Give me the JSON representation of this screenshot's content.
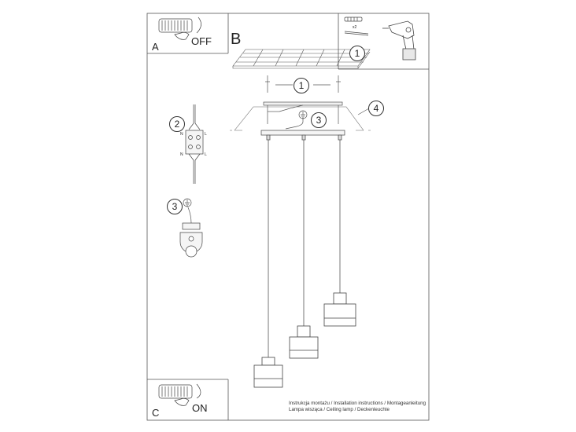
{
  "panels": {
    "a": {
      "letter": "A",
      "state": "OFF"
    },
    "b": {
      "letter": "B"
    },
    "c": {
      "letter": "C",
      "state": "ON"
    }
  },
  "tools": {
    "dowel_count": "x2"
  },
  "callouts": [
    "1",
    "1",
    "2",
    "3",
    "3",
    "4"
  ],
  "connector": {
    "left_terminal": "N",
    "right_terminal": "L"
  },
  "footer": {
    "line1": "Instrukcja montażu / Installation instructions / Montageanleitung",
    "line2": "Lampa wisząca / Ceiling lamp / Deckenleuchte"
  }
}
